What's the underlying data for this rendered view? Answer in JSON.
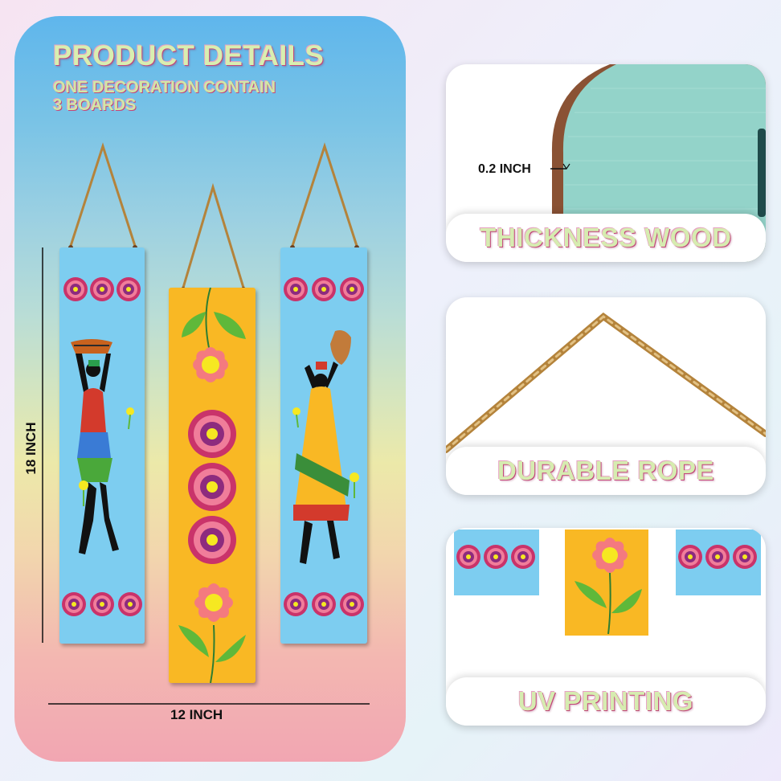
{
  "left_panel": {
    "title": "PRODUCT DETAILS",
    "subtitle_line1": "ONE DECORATION CONTAIN",
    "subtitle_line2": "3 BOARDS",
    "height_label": "18 INCH",
    "width_label": "12 INCH"
  },
  "features": [
    {
      "caption": "THICKNESS WOOD",
      "detail": "0.2 INCH"
    },
    {
      "caption": "DURABLE ROPE"
    },
    {
      "caption": "UV PRINTING"
    }
  ],
  "colors": {
    "board_blue": "#7dcdf0",
    "board_yellow": "#f9b824",
    "flower_pink": "#f47a7f",
    "flower_center": "#f6e821",
    "leaf_green": "#5fb83a",
    "mandala_red": "#c9336a",
    "wood_teal": "#93d3c9",
    "wood_edge": "#8a5234",
    "rope": "#c79a4e"
  }
}
